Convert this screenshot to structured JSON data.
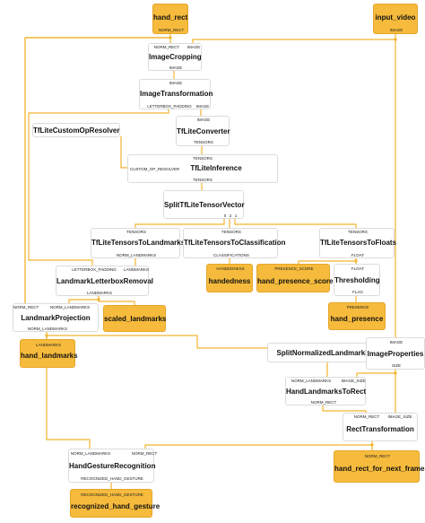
{
  "nodes": {
    "hand_rect": {
      "title": "hand_rect",
      "out": [
        "NORM_RECT"
      ]
    },
    "input_video": {
      "title": "input_video",
      "out": [
        "IMAGE"
      ]
    },
    "image_cropping": {
      "title": "ImageCropping",
      "in": [
        "NORM_RECT",
        "IMAGE"
      ],
      "out": [
        "IMAGE"
      ]
    },
    "image_transformation": {
      "title": "ImageTransformation",
      "in": [
        "IMAGE"
      ],
      "out": [
        "LETTERBOX_PADDING",
        "IMAGE"
      ]
    },
    "tflite_converter": {
      "title": "TfLiteConverter",
      "in": [
        "IMAGE"
      ],
      "out": [
        "TENSORS"
      ]
    },
    "tflite_custom_op_resolver": {
      "title": "TfLiteCustomOpResolver"
    },
    "tflite_inference": {
      "title": "TfLiteInference",
      "in": [
        "TENSORS",
        "CUSTOM_OP_RESOLVER"
      ],
      "out": [
        "TENSORS"
      ]
    },
    "split_tflite_tensor_vector": {
      "title": "SplitTfLiteTensorVector",
      "out": [
        "0",
        "2",
        "1"
      ]
    },
    "tensors_to_landmarks": {
      "title": "TfLiteTensorsToLandmarks",
      "in": [
        "TENSORS"
      ],
      "out": [
        "NORM_LANDMARKS"
      ]
    },
    "tensors_to_classification": {
      "title": "TfLiteTensorsToClassification",
      "in": [
        "TENSORS"
      ],
      "out": [
        "CLASSIFICATIONS"
      ]
    },
    "tensors_to_floats": {
      "title": "TfLiteTensorsToFloats",
      "in": [
        "TENSORS"
      ],
      "out": [
        "FLOAT"
      ]
    },
    "handedness": {
      "title": "handedness",
      "in": [
        "HANDEDNESS"
      ]
    },
    "hand_presence_score": {
      "title": "hand_presence_score",
      "in": [
        "PRESENCE_SCORE"
      ]
    },
    "thresholding": {
      "title": "Thresholding",
      "in": [
        "FLOAT"
      ],
      "out": [
        "FLAG"
      ]
    },
    "hand_presence": {
      "title": "hand_presence",
      "in": [
        "PRESENCE"
      ]
    },
    "landmark_letterbox_removal": {
      "title": "LandmarkLetterboxRemoval",
      "in": [
        "LETTERBOX_PADDING",
        "LANDMARKS"
      ],
      "out": [
        "LANDMARKS"
      ]
    },
    "landmark_projection": {
      "title": "LandmarkProjection",
      "in": [
        "NORM_RECT",
        "NORM_LANDMARKS"
      ],
      "out": [
        "NORM_LANDMARKS"
      ]
    },
    "scaled_landmarks": {
      "title": "scaled_landmarks"
    },
    "hand_landmarks": {
      "title": "hand_landmarks",
      "in": [
        "LANDMARKS"
      ]
    },
    "split_normalized_landmark_list": {
      "title": "SplitNormalizedLandmarkList"
    },
    "image_properties": {
      "title": "ImageProperties",
      "in": [
        "IMAGE"
      ],
      "out": [
        "SIZE"
      ]
    },
    "hand_landmarks_to_rect": {
      "title": "HandLandmarksToRect",
      "in": [
        "NORM_LANDMARKS",
        "IMAGE_SIZE"
      ],
      "out": [
        "NORM_RECT"
      ]
    },
    "rect_transformation": {
      "title": "RectTransformation",
      "in": [
        "NORM_RECT",
        "IMAGE_SIZE"
      ]
    },
    "hand_gesture_recognition": {
      "title": "HandGestureRecognition",
      "in": [
        "NORM_LANDMARKS",
        "NORM_RECT"
      ],
      "out": [
        "RECOGNIZED_HAND_GESTURE"
      ]
    },
    "hand_rect_for_next_frame": {
      "title": "hand_rect_for_next_frame",
      "in": [
        "NORM_RECT"
      ]
    },
    "recognized_hand_gesture": {
      "title": "recognized_hand_gesture",
      "in": [
        "RECOGNIZED_HAND_GESTURE"
      ]
    }
  },
  "colors": {
    "edge": "#f2b42e",
    "io_fill": "#f6bb3c",
    "node_border": "#dcdcdc"
  }
}
